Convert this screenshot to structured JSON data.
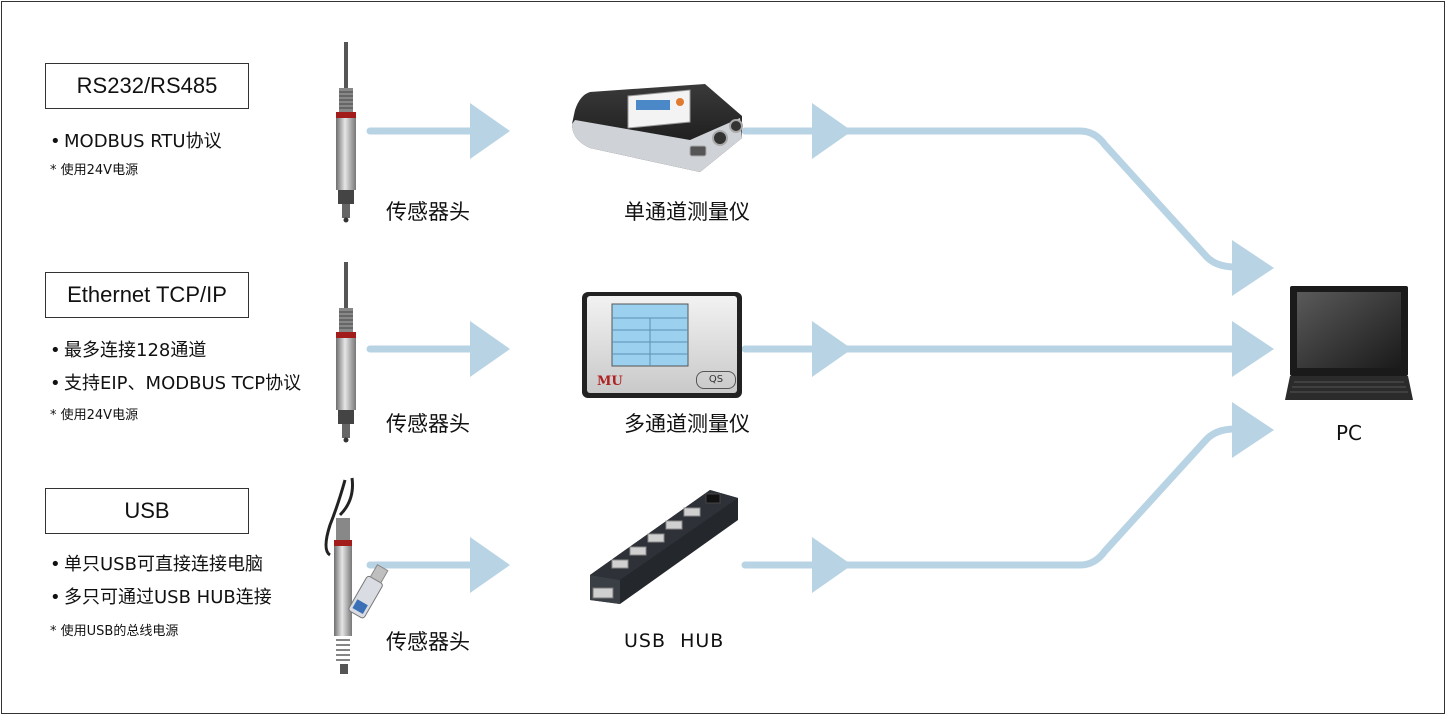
{
  "rows": [
    {
      "title": "RS232/RS485",
      "bullets": [
        "MODBUS RTU协议"
      ],
      "note": "* 使用24V电源",
      "sensor_label": "传感器头",
      "device_label": "单通道测量仪",
      "device_icon": "single-channel-meter"
    },
    {
      "title": "Ethernet TCP/IP",
      "bullets": [
        "最多连接128通道",
        "支持EIP、MODBUS TCP协议"
      ],
      "note": "* 使用24V电源",
      "sensor_label": "传感器头",
      "device_label": "多通道测量仪",
      "device_icon": "multi-channel-meter",
      "device_panel_text": "MU",
      "device_logo_text": "QS"
    },
    {
      "title": "USB",
      "bullets": [
        "单只USB可直接连接电脑",
        "多只可通过USB HUB连接"
      ],
      "note": "* 使用USB的总线电源",
      "sensor_label": "传感器头",
      "device_label": "USB  HUB",
      "device_icon": "usb-hub"
    }
  ],
  "pc": {
    "label": "PC",
    "icon": "laptop"
  },
  "bullet_glyph": "•",
  "colors": {
    "flow": "#b8d3e4",
    "border": "#333333"
  }
}
